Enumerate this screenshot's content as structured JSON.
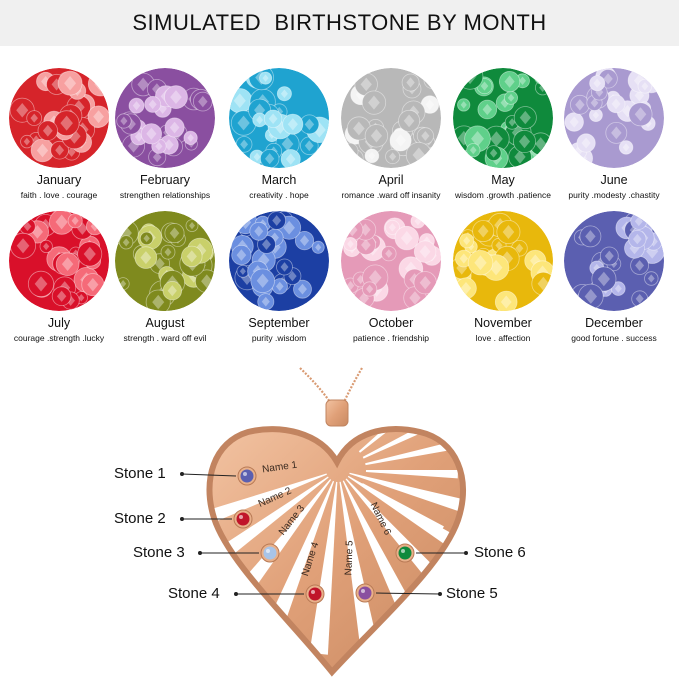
{
  "banner": {
    "title": "SIMULATED  BIRTHSTONE BY MONTH"
  },
  "months": [
    {
      "name": "January",
      "meaning": "faith . love . courage",
      "color": "#d6242a",
      "light": "#f7a0a0"
    },
    {
      "name": "February",
      "meaning": "strengthen relationships",
      "color": "#8a4fa0",
      "light": "#dcb6e6"
    },
    {
      "name": "March",
      "meaning": "creativity  .  hope",
      "color": "#1fa3d0",
      "light": "#9ee3f5"
    },
    {
      "name": "April",
      "meaning": "romance  .ward off insanity",
      "color": "#b8b8b8",
      "light": "#f4f4f4"
    },
    {
      "name": "May",
      "meaning": "wisdom .growth .patience",
      "color": "#0f8a3c",
      "light": "#5fd08a"
    },
    {
      "name": "June",
      "meaning": "purity .modesty .chastity",
      "color": "#a99ad0",
      "light": "#e6e0f5"
    },
    {
      "name": "July",
      "meaning": "courage .strength .lucky",
      "color": "#d9102a",
      "light": "#f56a78"
    },
    {
      "name": "August",
      "meaning": "strength  . ward off evil",
      "color": "#7f8a1e",
      "light": "#c9d06a"
    },
    {
      "name": "September",
      "meaning": "purity .wisdom",
      "color": "#1c3fa3",
      "light": "#6b8fe0"
    },
    {
      "name": "October",
      "meaning": "patience . friendship",
      "color": "#e59ab8",
      "light": "#fbd8e6"
    },
    {
      "name": "November",
      "meaning": "love . affection",
      "color": "#e8b80c",
      "light": "#fde67a"
    },
    {
      "name": "December",
      "meaning": "good fortune . success",
      "color": "#5b5fb0",
      "light": "#b4b6ea"
    }
  ],
  "necklace": {
    "metal_color": "#e0a078",
    "engravings": [
      "Name 1",
      "Name 2",
      "Name 3",
      "Name 4",
      "Name 5",
      "Name 6"
    ],
    "callouts": [
      {
        "label": "Stone 1",
        "color": "#5b5fb0"
      },
      {
        "label": "Stone 2",
        "color": "#c0142a"
      },
      {
        "label": "Stone 3",
        "color": "#a8c4e8"
      },
      {
        "label": "Stone 4",
        "color": "#c0142a"
      },
      {
        "label": "Stone 5",
        "color": "#8a4fa0"
      },
      {
        "label": "Stone 6",
        "color": "#0f8a3c"
      }
    ]
  }
}
